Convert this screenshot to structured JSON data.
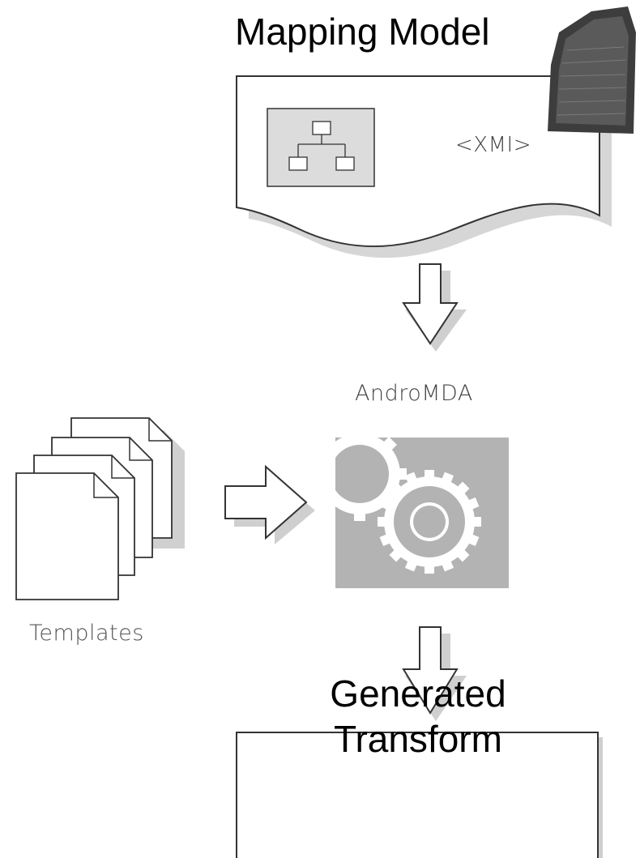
{
  "mapping_model": {
    "title": "Mapping Model",
    "format_tag": "<XMI>",
    "diagram_icon": "class-hierarchy-icon",
    "stone_image": "rosetta-stone-image"
  },
  "engine": {
    "name": "AndroMDA",
    "icon": "gears-icon"
  },
  "templates": {
    "label": "Templates",
    "icon": "document-stack-icon"
  },
  "output": {
    "line1": "Generated",
    "line2": "Transform"
  },
  "colors": {
    "line": "#333333",
    "shadow": "#cfcfcf",
    "panel_gray": "#b3b3b3",
    "icon_fill": "#dedede",
    "stone": "#4a4a4a"
  }
}
